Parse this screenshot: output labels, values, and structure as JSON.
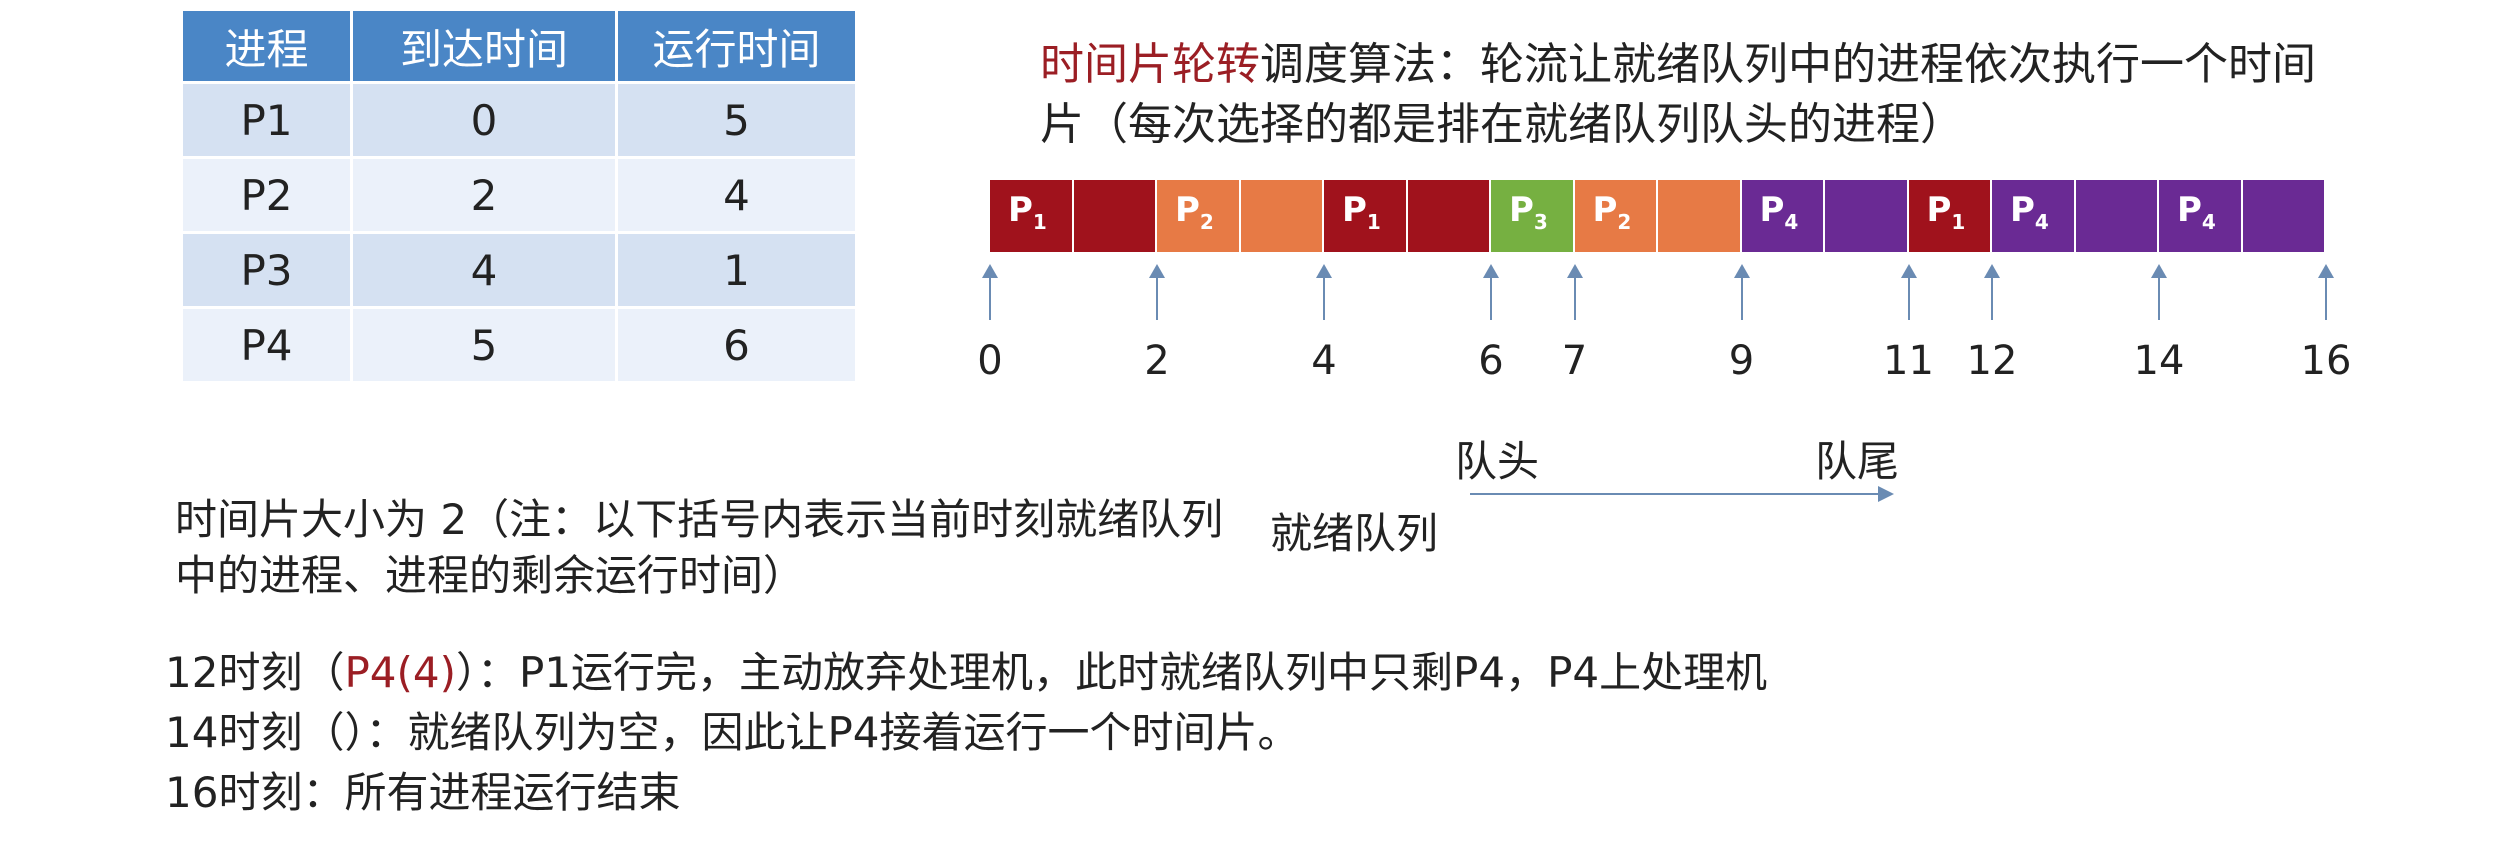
{
  "table": {
    "headers": [
      "进程",
      "到达时间",
      "运行时间"
    ],
    "rows": [
      [
        "P1",
        "0",
        "5"
      ],
      [
        "P2",
        "2",
        "4"
      ],
      [
        "P3",
        "4",
        "1"
      ],
      [
        "P4",
        "5",
        "6"
      ]
    ]
  },
  "title": {
    "name": "时间片轮转",
    "text": "调度算法：轮流让就绪队列中的进程依次执行一个时间片（每次选择的都是排在就绪队列队头的进程）"
  },
  "gantt": {
    "colors": {
      "P1": "#a0121c",
      "P2": "#e77a45",
      "P3": "#76b041",
      "P4": "#6a2a94"
    },
    "segments": [
      {
        "proc": "P1",
        "start": 0,
        "end": 1,
        "label": "P",
        "sub": "1"
      },
      {
        "proc": "P1",
        "start": 1,
        "end": 2,
        "label": "",
        "sub": ""
      },
      {
        "proc": "P2",
        "start": 2,
        "end": 3,
        "label": "P",
        "sub": "2"
      },
      {
        "proc": "P2",
        "start": 3,
        "end": 4,
        "label": "",
        "sub": ""
      },
      {
        "proc": "P1",
        "start": 4,
        "end": 5,
        "label": "P",
        "sub": "1"
      },
      {
        "proc": "P1",
        "start": 5,
        "end": 6,
        "label": "",
        "sub": ""
      },
      {
        "proc": "P3",
        "start": 6,
        "end": 7,
        "label": "P",
        "sub": "3"
      },
      {
        "proc": "P2",
        "start": 7,
        "end": 8,
        "label": "P",
        "sub": "2"
      },
      {
        "proc": "P2",
        "start": 8,
        "end": 9,
        "label": "",
        "sub": ""
      },
      {
        "proc": "P4",
        "start": 9,
        "end": 10,
        "label": "P",
        "sub": "4"
      },
      {
        "proc": "P4",
        "start": 10,
        "end": 11,
        "label": "",
        "sub": ""
      },
      {
        "proc": "P1",
        "start": 11,
        "end": 12,
        "label": "P",
        "sub": "1"
      },
      {
        "proc": "P4",
        "start": 12,
        "end": 13,
        "label": "P",
        "sub": "4"
      },
      {
        "proc": "P4",
        "start": 13,
        "end": 14,
        "label": "",
        "sub": ""
      },
      {
        "proc": "P4",
        "start": 14,
        "end": 15,
        "label": "P",
        "sub": "4"
      },
      {
        "proc": "P4",
        "start": 15,
        "end": 16,
        "label": "",
        "sub": ""
      }
    ],
    "ticks": [
      "0",
      "2",
      "4",
      "6",
      "7",
      "9",
      "11",
      "12",
      "14",
      "16"
    ]
  },
  "queue": {
    "head": "队头",
    "tail": "队尾",
    "label": "就绪队列"
  },
  "note": "时间片大小为 2（注：以下括号内表示当前时刻就绪队列中的进程、进程的剩余运行时间）",
  "events": [
    {
      "prefix": "12时刻（",
      "hl": "P4(4)",
      "suffix": "）：P1运行完，主动放弃处理机，此时就绪队列中只剩P4，P4上处理机"
    },
    {
      "prefix": "14时刻（",
      "hl": "",
      "suffix": "）：就绪队列为空，因此让P4接着运行一个时间片。"
    },
    {
      "prefix": "16时刻：所有进程运行结束",
      "hl": "",
      "suffix": ""
    }
  ]
}
